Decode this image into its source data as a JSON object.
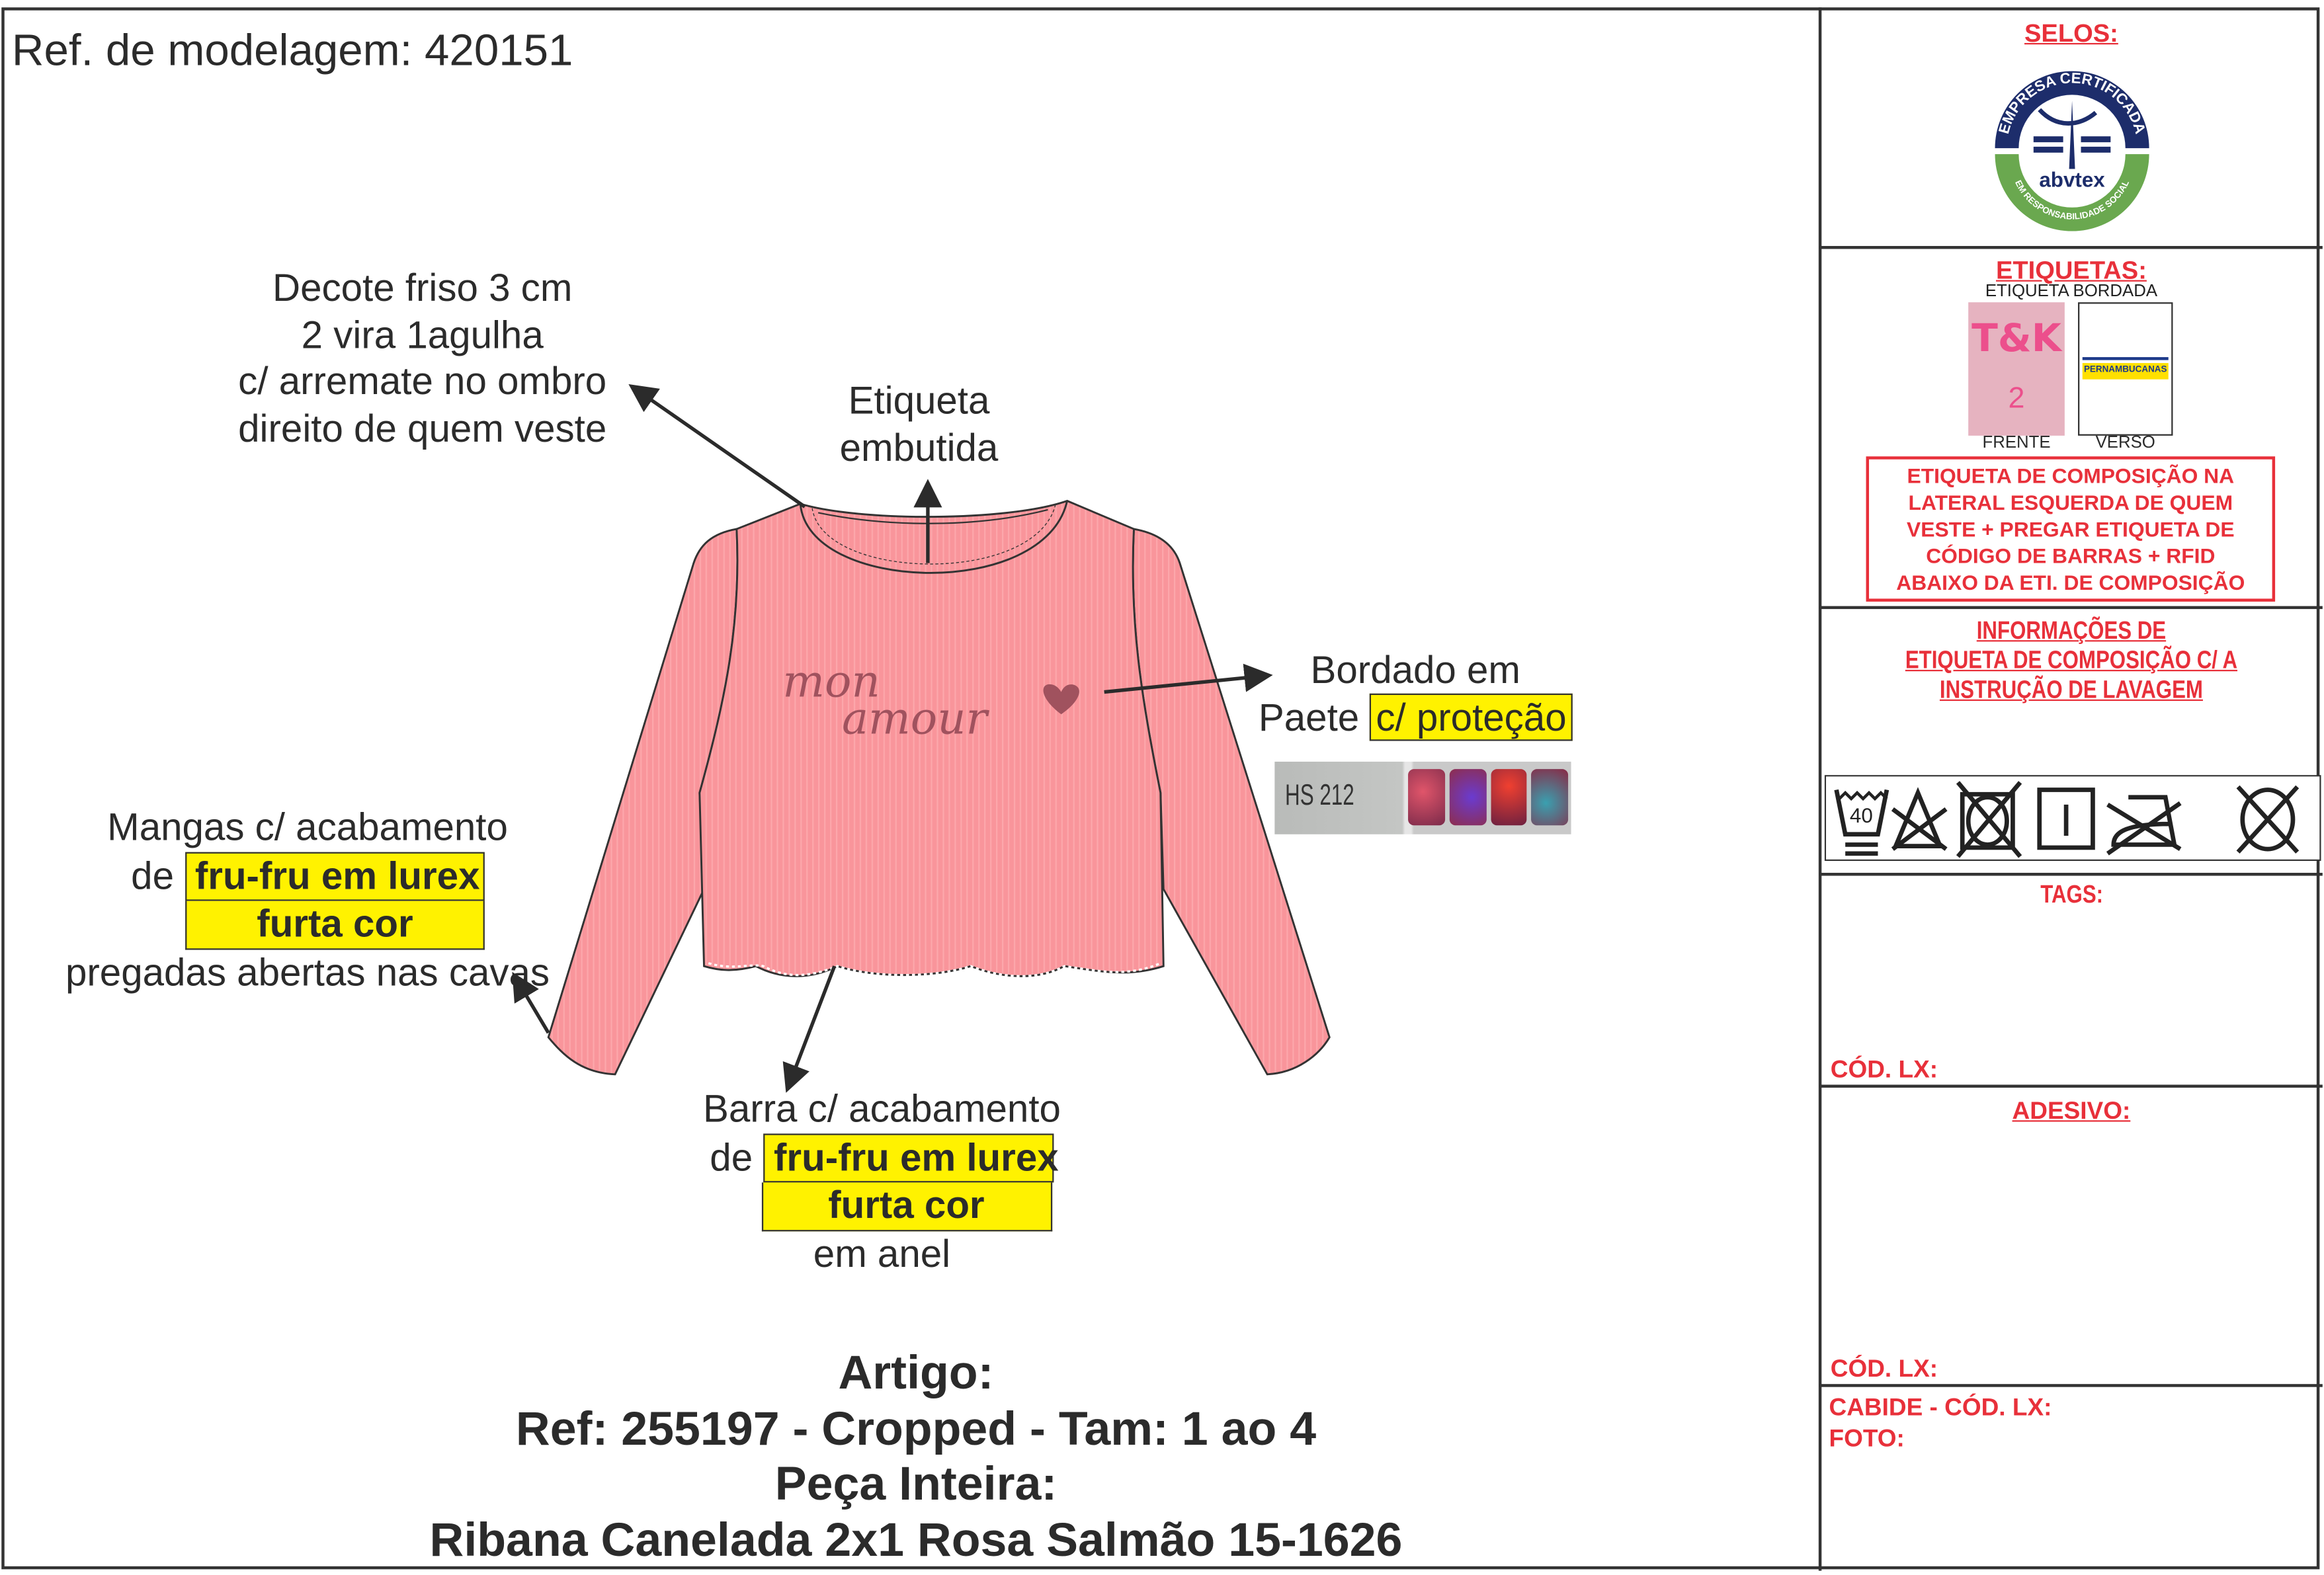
{
  "header": {
    "model_ref": "Ref. de modelagem: 420151"
  },
  "annotations": {
    "neckline": [
      "Decote friso 3 cm",
      "2 vira 1agulha",
      "c/ arremate no ombro",
      "direito de quem veste"
    ],
    "label": [
      "Etiqueta",
      "embutida"
    ],
    "embroidery": {
      "line1": "Bordado em",
      "line2_prefix": "Paete ",
      "line2_highlight": "c/ proteção"
    },
    "sequin_sample_code": "HS 212",
    "sleeves": {
      "line1": "Mangas c/ acabamento",
      "line2_prefix": "de ",
      "highlight1": "fru-fru em lurex",
      "highlight2": "furta cor",
      "line4": "pregadas abertas nas cavas"
    },
    "hem": {
      "line1": "Barra c/ acabamento",
      "line2_prefix": "de ",
      "highlight1": "fru-fru em lurex",
      "highlight2": "furta cor",
      "line4": "em anel"
    }
  },
  "garment": {
    "print_line1": "mon",
    "print_line2": "amour",
    "color": "#f9959b"
  },
  "article": {
    "label": "Artigo:",
    "ref": "Ref: 255197 - Cropped - Tam: 1 ao 4",
    "piece": "Peça Inteira:",
    "fabric": "Ribana Canelada 2x1 Rosa Salmão 15-1626"
  },
  "panel": {
    "selos": {
      "title": "SELOS:",
      "seal_top": "EMPRESA CERTIFICADA",
      "seal_brand": "abvtex",
      "seal_bottom": "EM RESPONSABILIDADE SOCIAL"
    },
    "etiquetas": {
      "title": "ETIQUETAS:",
      "subtitle": "ETIQUETA BORDADA",
      "front_logo": "T&K",
      "front_size": "2",
      "back_brand": "PERNAMBUCANAS",
      "front_label": "FRENTE",
      "back_label": "VERSO",
      "notice": [
        "ETIQUETA DE COMPOSIÇÃO NA",
        "LATERAL ESQUERDA DE QUEM",
        "VESTE + PREGAR ETIQUETA DE",
        "CÓDIGO DE BARRAS + RFID",
        "ABAIXO DA ETI. DE COMPOSIÇÃO"
      ]
    },
    "info": {
      "title": [
        "INFORMAÇÕES DE",
        "ETIQUETA DE COMPOSIÇÃO C/ A",
        "INSTRUÇÃO DE LAVAGEM"
      ],
      "wash_temp": "40",
      "care_icons": [
        "wash-40-gentle-icon",
        "no-bleach-icon",
        "no-tumble-dry-icon",
        "line-dry-icon",
        "no-iron-icon",
        "no-dry-clean-icon"
      ]
    },
    "tags": {
      "title": "TAGS:",
      "code": "CÓD. LX:"
    },
    "adesivo": {
      "title": "ADESIVO:",
      "code": "CÓD. LX:"
    },
    "cabide": {
      "code": "CABIDE - CÓD. LX:",
      "foto": "FOTO:"
    }
  },
  "colors": {
    "accent_red": "#e8303a",
    "highlight": "#fff200"
  }
}
